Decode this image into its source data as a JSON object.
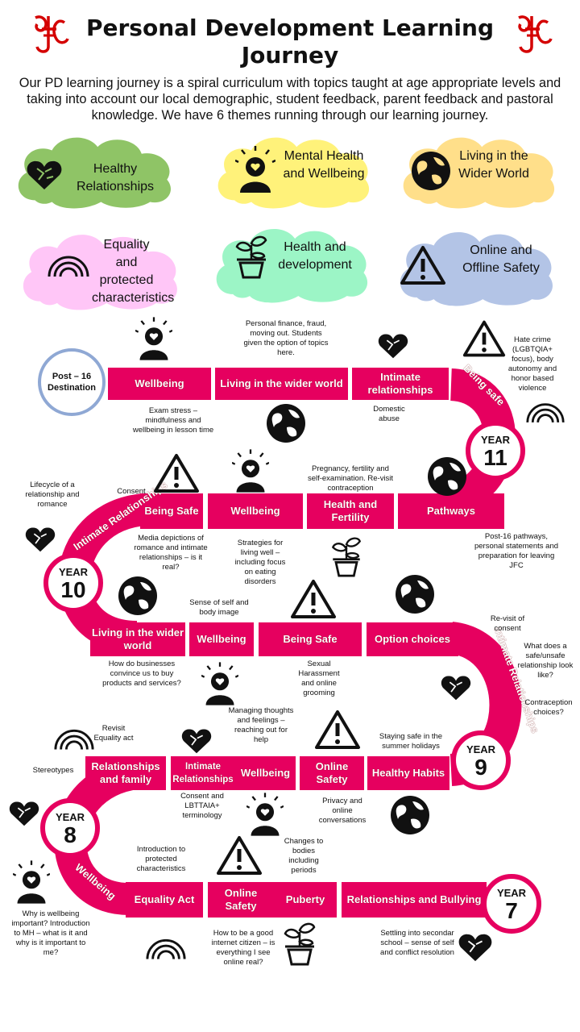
{
  "header": {
    "title": "Personal Development Learning Journey",
    "intro": "Our PD learning journey is a spiral curriculum with topics taught at age appropriate levels and taking into account our local demographic, student feedback, parent feedback and pastoral knowledge. We have 6 themes running through our learning journey.",
    "logo_text": "JFC"
  },
  "themes": [
    {
      "label": "Healthy Relationships",
      "color": "#8fc466",
      "icon": "heart-puzzle-icon"
    },
    {
      "label": "Mental Health and Wellbeing",
      "color": "#fff27a",
      "icon": "person-head-icon"
    },
    {
      "label": "Living in the Wider World",
      "color": "#ffdf8a",
      "icon": "globe-icon"
    },
    {
      "label": "Equality and protected characteristics",
      "color": "#ffc6f7",
      "icon": "rainbow-icon"
    },
    {
      "label": "Health and development",
      "color": "#9cf5c6",
      "icon": "plant-pot-icon"
    },
    {
      "label": "Online and Offline Safety",
      "color": "#b3c4e6",
      "icon": "warning-icon"
    }
  ],
  "journey": {
    "post16": "Post – 16 Destination",
    "year11": {
      "label": "YEAR",
      "num": "11",
      "segments": [
        "Wellbeing",
        "Living in the wider world",
        "Intimate relationships",
        "Pathways",
        "Health and Fertility",
        "Wellbeing",
        "Being Safe"
      ],
      "curve": "Being safe",
      "notes": {
        "wider": "Personal finance, fraud, moving out.  Students given the option of topics here.",
        "hate": "Hate crime (LGBTQIA+ focus), body autonomy and honor based violence",
        "exam": "Exam stress – mindfulness and wellbeing in lesson time",
        "domestic": "Domestic abuse",
        "pregnancy": "Pregnancy, fertility and self-examination. Re-visit contraception",
        "consent": "Consent",
        "post16": "Post-16 pathways, personal statements and preparation for leaving JFC",
        "strategies": "Strategies for living well – including focus on eating disorders",
        "media": "Media depictions of romance and intimate relationships – is it real?"
      }
    },
    "year10": {
      "label": "YEAR",
      "num": "10",
      "curve": "Intimate Relationships",
      "segments": [
        "Living in the wider world",
        "Wellbeing",
        "Being Safe",
        "Option choices"
      ],
      "notes": {
        "lifecycle": "Lifecycle of a relationship and romance",
        "self": "Sense of self and body image",
        "business": "How do businesses convince us to buy products and services?",
        "harass": "Sexual Harassment and online grooming"
      }
    },
    "year9": {
      "label": "YEAR",
      "num": "9",
      "curve": "Intimate Relationships",
      "segments": [
        "Healthy Habits",
        "Online Safety",
        "Wellbeing",
        "Intimate Relationships",
        "Relationships and family"
      ],
      "notes": {
        "revisit": "Re-visit of consent",
        "safe": "What does a safe/unsafe relationship look like?",
        "contra": "Contraception choices?",
        "managing": "Managing thoughts and feelings – reaching out for help",
        "summer": "Staying safe in the summer holidays",
        "privacy": "Privacy and online conversations"
      }
    },
    "year8": {
      "label": "YEAR",
      "num": "8",
      "curve": "Wellbeing",
      "segments": [
        "Equality Act",
        "Online Safety",
        "Puberty",
        "Relationships and Bullying"
      ],
      "notes": {
        "equality": "Revisit Equality act",
        "stereo": "Stereotypes",
        "lgbt": "Consent and LBTTAIA+ terminology",
        "intro": "Introduction to protected characteristics",
        "bodies": "Changes to bodies including periods",
        "why": "Why is wellbeing important? Introduction to MH – what is it and why is it important to me?",
        "internet": "How to be a good internet citizen – is everything I see online real?",
        "settling": "Settling into secondar school – sense of self and conflict resolution"
      }
    },
    "year7": {
      "label": "YEAR",
      "num": "7"
    }
  }
}
